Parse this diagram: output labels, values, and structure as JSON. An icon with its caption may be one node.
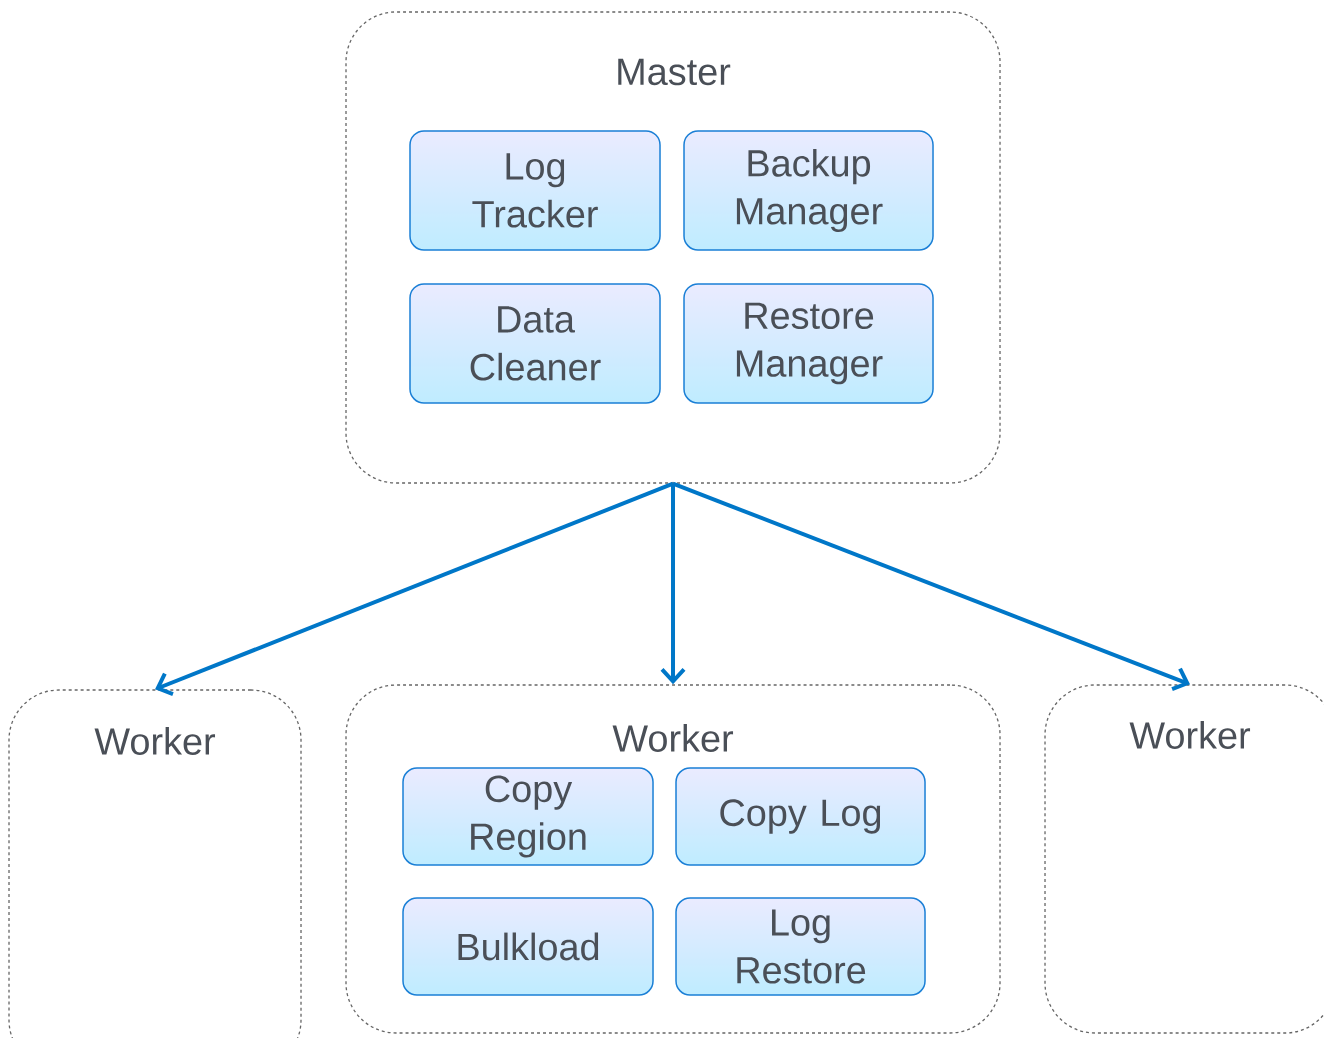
{
  "diagram": {
    "nodes": [
      {
        "text": [
          "Master"
        ]
      },
      {
        "text": [
          "Log Tracker"
        ],
        "in": 0
      },
      {
        "text": [
          "Backup Manager"
        ],
        "in": 0
      },
      {
        "text": [
          "Data Cleaner"
        ],
        "in": 0
      },
      {
        "text": [
          "Restore Manager"
        ],
        "in": 0
      },
      {
        "text": [
          "Worker"
        ]
      },
      {
        "text": [
          "Worker"
        ]
      },
      {
        "text": [
          "Copy Region"
        ],
        "in": 6
      },
      {
        "text": [
          "Copy Log"
        ],
        "in": 6
      },
      {
        "text": [
          "Bulkload"
        ],
        "in": 6
      },
      {
        "text": [
          "Log Restore"
        ],
        "in": 6
      },
      {
        "text": [
          "Worker"
        ]
      }
    ],
    "edges": [
      {
        "from": 0,
        "to": 5,
        "arrow": "to"
      },
      {
        "from": 0,
        "to": 6,
        "arrow": "to"
      },
      {
        "from": 0,
        "to": 11,
        "arrow": "to"
      }
    ]
  }
}
